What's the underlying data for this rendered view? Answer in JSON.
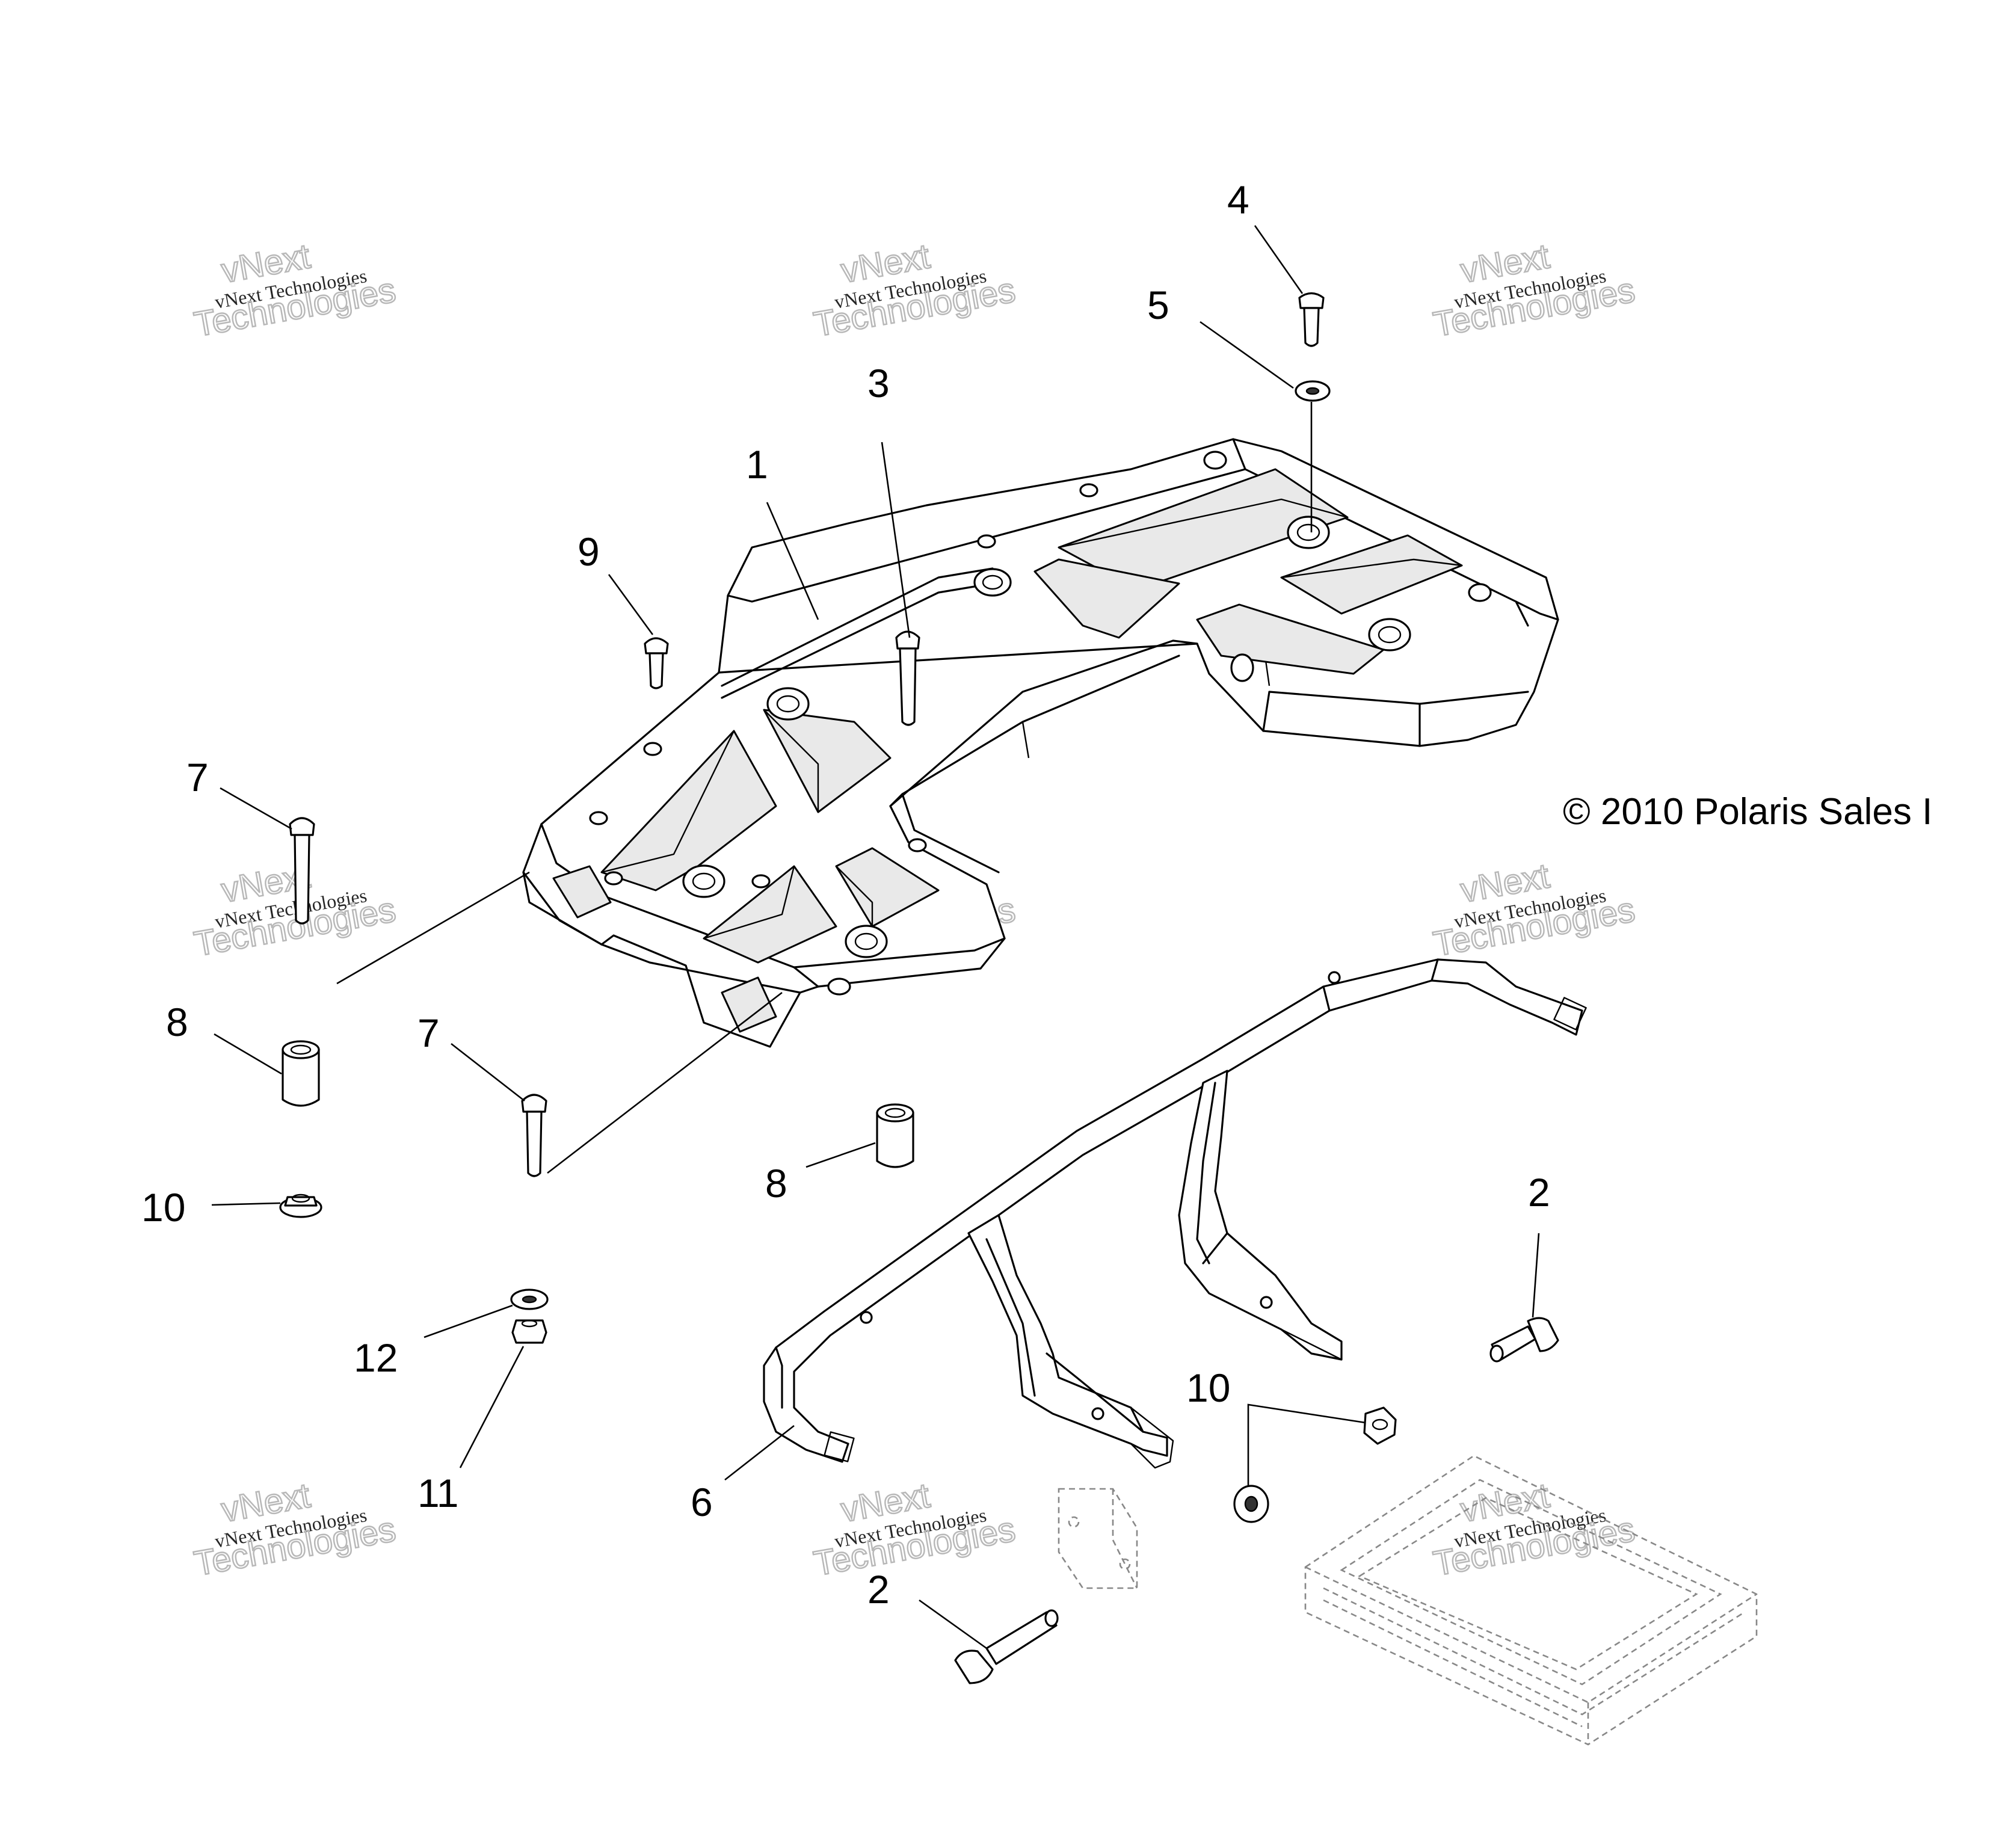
{
  "diagram": {
    "callouts": [
      "1",
      "2",
      "2",
      "3",
      "4",
      "5",
      "6",
      "7",
      "7",
      "8",
      "8",
      "9",
      "10",
      "10",
      "11",
      "12"
    ],
    "copyright": "© 2010 Polaris Sales I",
    "watermark": {
      "line1": "vNext Technologies",
      "line2": "vNext",
      "line3": "Technologies"
    }
  }
}
